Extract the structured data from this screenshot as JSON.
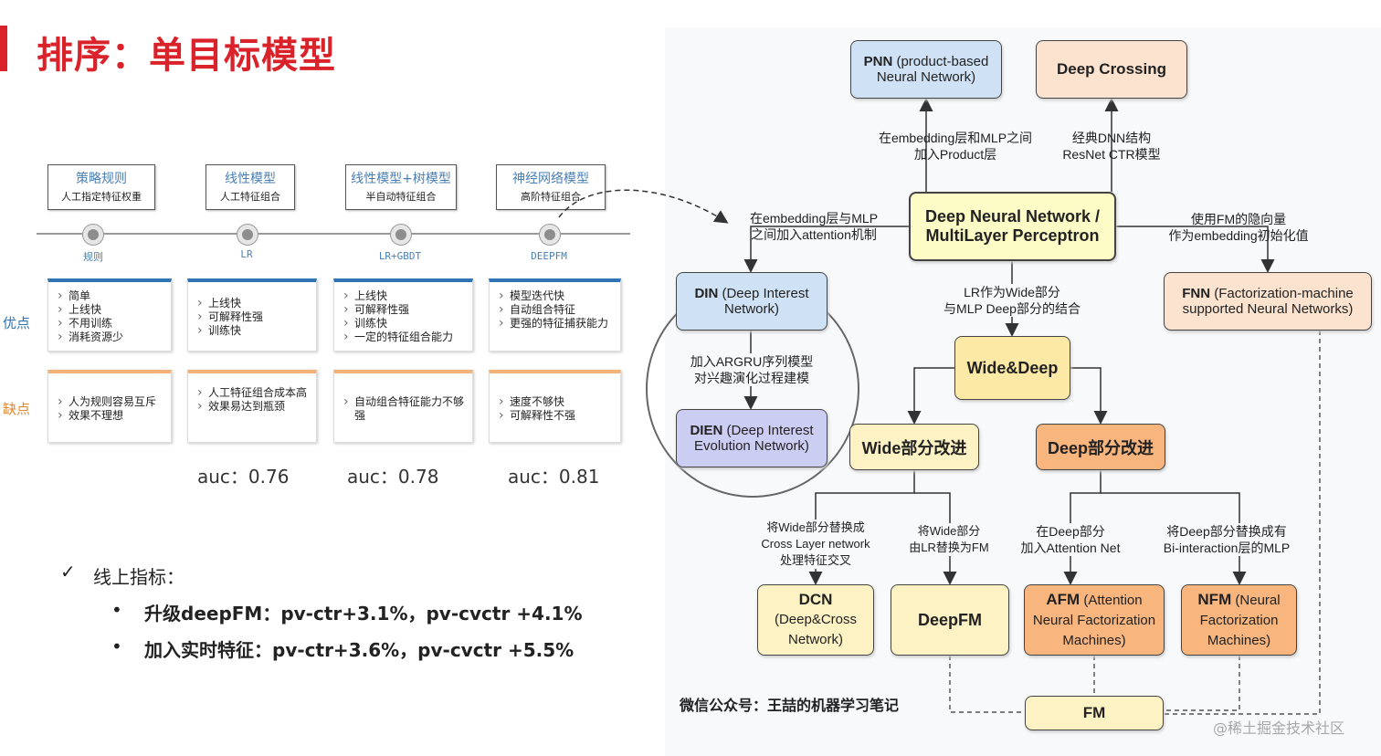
{
  "page": {
    "title": "排序：单目标模型",
    "wechat": "微信公众号：王喆的机器学习笔记",
    "watermark": "@稀土掘金技术社区",
    "colors": {
      "accent": "#d9222a",
      "pro_border": "#2f74b5",
      "con_border": "#f3b27a"
    }
  },
  "timeline": {
    "stages": [
      {
        "title": "策略规则",
        "sub": "人工指定特征权重",
        "dot": "规则"
      },
      {
        "title": "线性模型",
        "sub": "人工特征组合",
        "dot": "LR"
      },
      {
        "title": "线性模型+树模型",
        "sub": "半自动特征组合",
        "dot": "LR+GBDT"
      },
      {
        "title": "神经网络模型",
        "sub": "高阶特征组合",
        "dot": "DEEPFM"
      }
    ],
    "pros_label": "优点",
    "cons_label": "缺点",
    "pros": [
      [
        "简单",
        "上线快",
        "不用训练",
        "消耗资源少"
      ],
      [
        "上线快",
        "可解释性强",
        "训练快"
      ],
      [
        "上线快",
        "可解释性强",
        "训练快",
        "一定的特征组合能力"
      ],
      [
        "模型迭代快",
        "自动组合特征",
        "更强的特征捕获能力"
      ]
    ],
    "cons": [
      [
        "人为规则容易互斥",
        "效果不理想"
      ],
      [
        "人工特征组合成本高",
        "效果易达到瓶颈"
      ],
      [
        "自动组合特征能力不够强"
      ],
      [
        "速度不够快",
        "可解释性不强"
      ]
    ],
    "auc": [
      "auc：0.76",
      "auc：0.78",
      "auc：0.81"
    ]
  },
  "metrics": {
    "check_icon": "check-icon",
    "heading": "线上指标：",
    "items": [
      {
        "bold": "升级deepFM：",
        "text": "pv-ctr+3.1%，pv-cvctr +4.1%"
      },
      {
        "bold": "加入实时特征：",
        "text": "pv-ctr+3.6%，pv-cvctr +5.5%"
      }
    ]
  },
  "diagram": {
    "nodes": {
      "pnn": {
        "bold": "PNN",
        "text": " (product-based",
        "line2": "Neural Network)",
        "color": "#cfe2f5"
      },
      "deep_crossing": {
        "bold": "Deep Crossing",
        "color": "#fbe3cf"
      },
      "dnn": {
        "line1": "Deep Neural Network /",
        "line2": "MultiLayer Perceptron",
        "color": "#fdfbc6"
      },
      "din": {
        "bold": "DIN",
        "text": " (Deep Interest",
        "line2": "Network)",
        "color": "#cfe2f5"
      },
      "dien": {
        "bold": "DIEN",
        "text": " (Deep Interest",
        "line2": "Evolution Network)",
        "color": "#cccdf3"
      },
      "fnn": {
        "bold": "FNN",
        "text": " (Factorization-machine",
        "line2": "supported Neural Networks)",
        "color": "#fbe3cf"
      },
      "wide_deep": {
        "bold": "Wide&Deep",
        "color": "#fde9a6"
      },
      "wide_improve": {
        "bold": "Wide部分改进",
        "color": "#fdf2c4"
      },
      "deep_improve": {
        "bold": "Deep部分改进",
        "color": "#f8b57e"
      },
      "dcn": {
        "bold": "DCN",
        "line2": "(Deep&Cross",
        "line3": "Network)",
        "color": "#fdf2c4"
      },
      "deepfm": {
        "bold": "DeepFM",
        "color": "#fdf2c4"
      },
      "afm": {
        "bold": "AFM",
        "text": " (Attention",
        "line2": "Neural Factorization",
        "line3": "Machines)",
        "color": "#f8b57e"
      },
      "nfm": {
        "bold": "NFM",
        "text": " (Neural",
        "line2": "Factorization",
        "line3": "Machines)",
        "color": "#f8b57e"
      },
      "fm": {
        "bold": "FM",
        "color": "#fdf2c4"
      }
    },
    "labels": {
      "pnn_edge": [
        "在embedding层和MLP之间",
        "加入Product层"
      ],
      "crossing_edge": [
        "经典DNN结构",
        "ResNet CTR模型"
      ],
      "din_edge": [
        "在embedding层与MLP",
        "之间加入attention机制"
      ],
      "fnn_edge": [
        "使用FM的隐向量",
        "作为embedding初始化值"
      ],
      "wd_edge": [
        "LR作为Wide部分",
        "与MLP Deep部分的结合"
      ],
      "dien_edge": [
        "加入ARGRU序列模型",
        "对兴趣演化过程建模"
      ],
      "dcn_edge": [
        "将Wide部分替换成",
        "Cross Layer network",
        "处理特征交叉"
      ],
      "deepfm_edge": [
        "将Wide部分",
        "由LR替换为FM"
      ],
      "afm_edge": [
        "在Deep部分",
        "加入Attention Net"
      ],
      "nfm_edge": [
        "将Deep部分替换成有",
        "Bi-interaction层的MLP"
      ]
    }
  }
}
